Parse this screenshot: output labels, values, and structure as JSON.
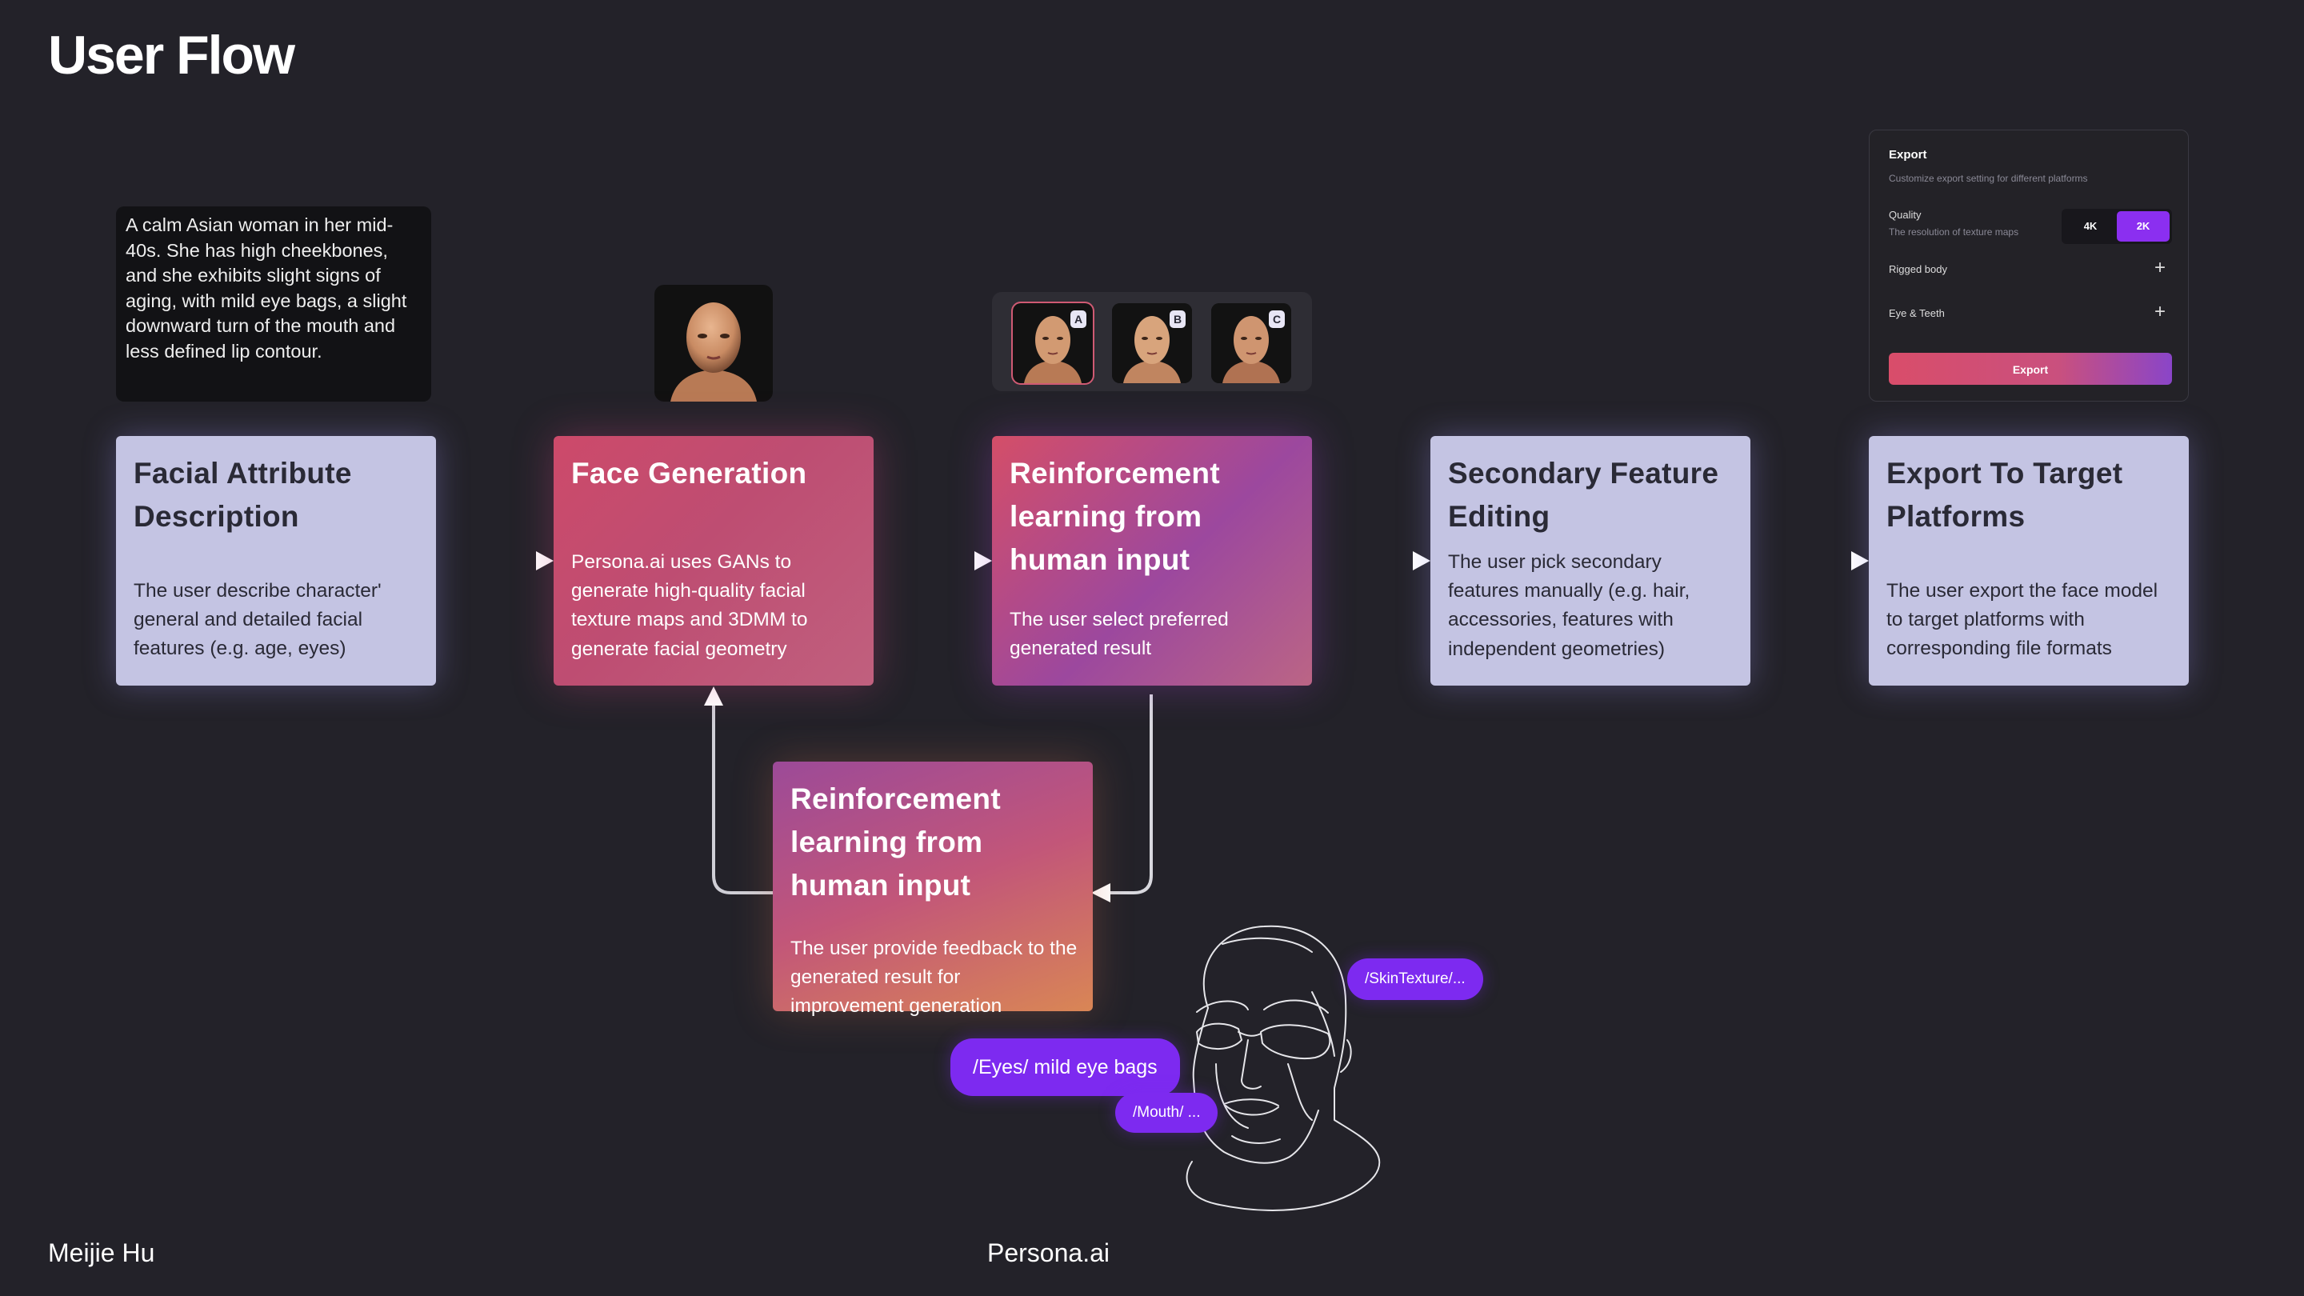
{
  "header": {
    "title": "User Flow"
  },
  "prompt": {
    "text": "A calm Asian woman in her mid-40s. She has high cheekbones, and she exhibits slight signs of aging, with mild eye bags, a slight downward turn of the mouth and less defined lip contour."
  },
  "cards": [
    {
      "title": "Facial Attribute Description",
      "body": "The user describe character' general and detailed facial features (e.g. age, eyes)"
    },
    {
      "title": "Face Generation",
      "body": "Persona.ai uses GANs to generate high-quality facial texture maps and 3DMM to generate facial geometry"
    },
    {
      "title": "Reinforcement learning from human input",
      "body": "The user select preferred generated result"
    },
    {
      "title": "Secondary Feature Editing",
      "body": "The user pick secondary features manually (e.g. hair, accessories, features with independent geometries)"
    },
    {
      "title": "Export To Target Platforms",
      "body": "The user export the face model to target platforms with corresponding file formats"
    },
    {
      "title": "Reinforcement learning from human input",
      "body": "The user provide feedback to the generated result for improvement generation"
    }
  ],
  "options": {
    "badges": [
      "A",
      "B",
      "C"
    ]
  },
  "export_panel": {
    "title": "Export",
    "subtitle": "Customize export setting for different platforms",
    "quality_label": "Quality",
    "quality_sub": "The resolution of texture maps",
    "res_options": [
      "4K",
      "2K"
    ],
    "selected": "2K",
    "rows": [
      "Rigged body",
      "Eye & Teeth"
    ],
    "button": "Export"
  },
  "tags": [
    "/Eyes/ mild eye bags",
    "/Mouth/ ...",
    "/SkinTexture/..."
  ],
  "footer": {
    "author": "Meijie Hu",
    "product": "Persona.ai"
  },
  "colors": {
    "background": "#232229",
    "card_light": "#c4c4e3",
    "accent_purple": "#7d2af0",
    "accent_pink": "#cd4a6a"
  },
  "icons": [
    "face-render-icon",
    "wireframe-head-icon",
    "plus-icon",
    "arrow-icon"
  ]
}
